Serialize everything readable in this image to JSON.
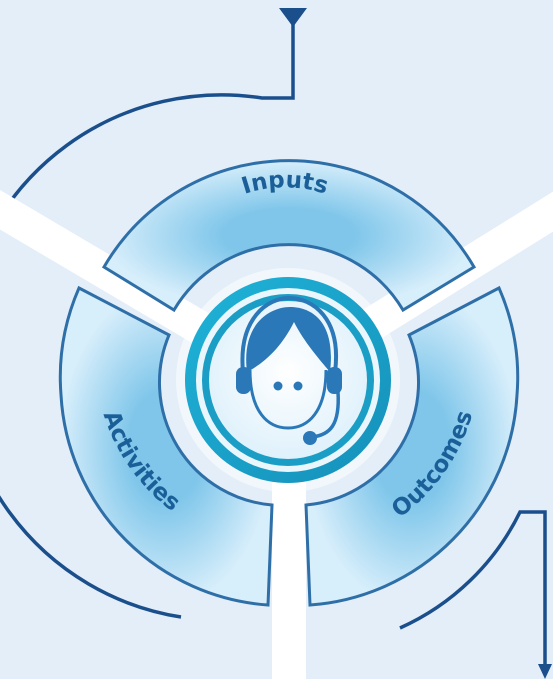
{
  "diagram": {
    "segments": [
      {
        "id": "inputs",
        "label": "Inputs"
      },
      {
        "id": "activities",
        "label": "Activities"
      },
      {
        "id": "outcomes",
        "label": "Outcomes"
      }
    ],
    "center_icon": "headset-agent-icon"
  },
  "colors": {
    "background": "#e3eef9",
    "segment_light": "#d7eefb",
    "segment_dark": "#7fc6ea",
    "segment_border": "#2f6fa8",
    "label": "#1b5f98",
    "connector": "#1b4f8c",
    "ring_teal": "#19a2c9",
    "icon_blue": "#2a78b8"
  }
}
